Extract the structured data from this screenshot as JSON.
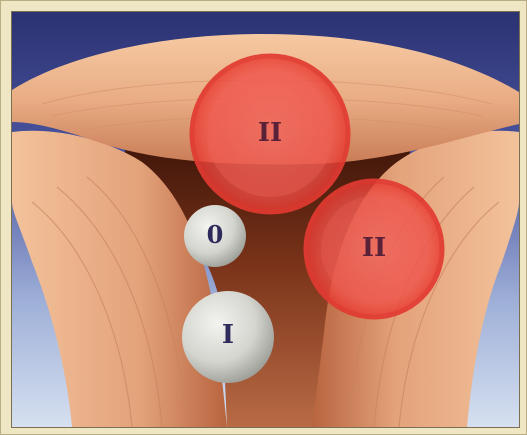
{
  "figure": {
    "markers": [
      {
        "label": "II",
        "kind": "red-circle"
      },
      {
        "label": "0",
        "kind": "grey-circle"
      },
      {
        "label": "II",
        "kind": "red-circle"
      },
      {
        "label": "I",
        "kind": "grey-circle"
      }
    ]
  },
  "colors": {
    "background_top": "#2e3575",
    "background_bottom": "#c9d6ea",
    "muscle": "#e7a57d",
    "cavity": "#6e2b18",
    "red_marker": "#ef4f47",
    "grey_marker": "#d7d8d3",
    "label_text": "#3b2a5a",
    "frame": "#efe7c4"
  }
}
